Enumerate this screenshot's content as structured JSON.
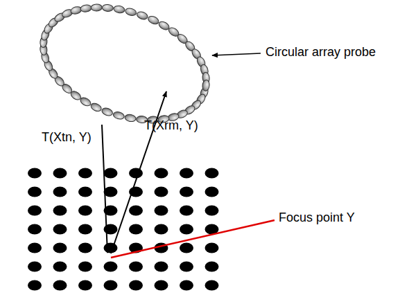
{
  "diagram": {
    "labels": [
      "T(Xtn, Y)",
      "T(Xrm, Y)",
      "Circular array probe",
      "Focus point Y"
    ]
  }
}
